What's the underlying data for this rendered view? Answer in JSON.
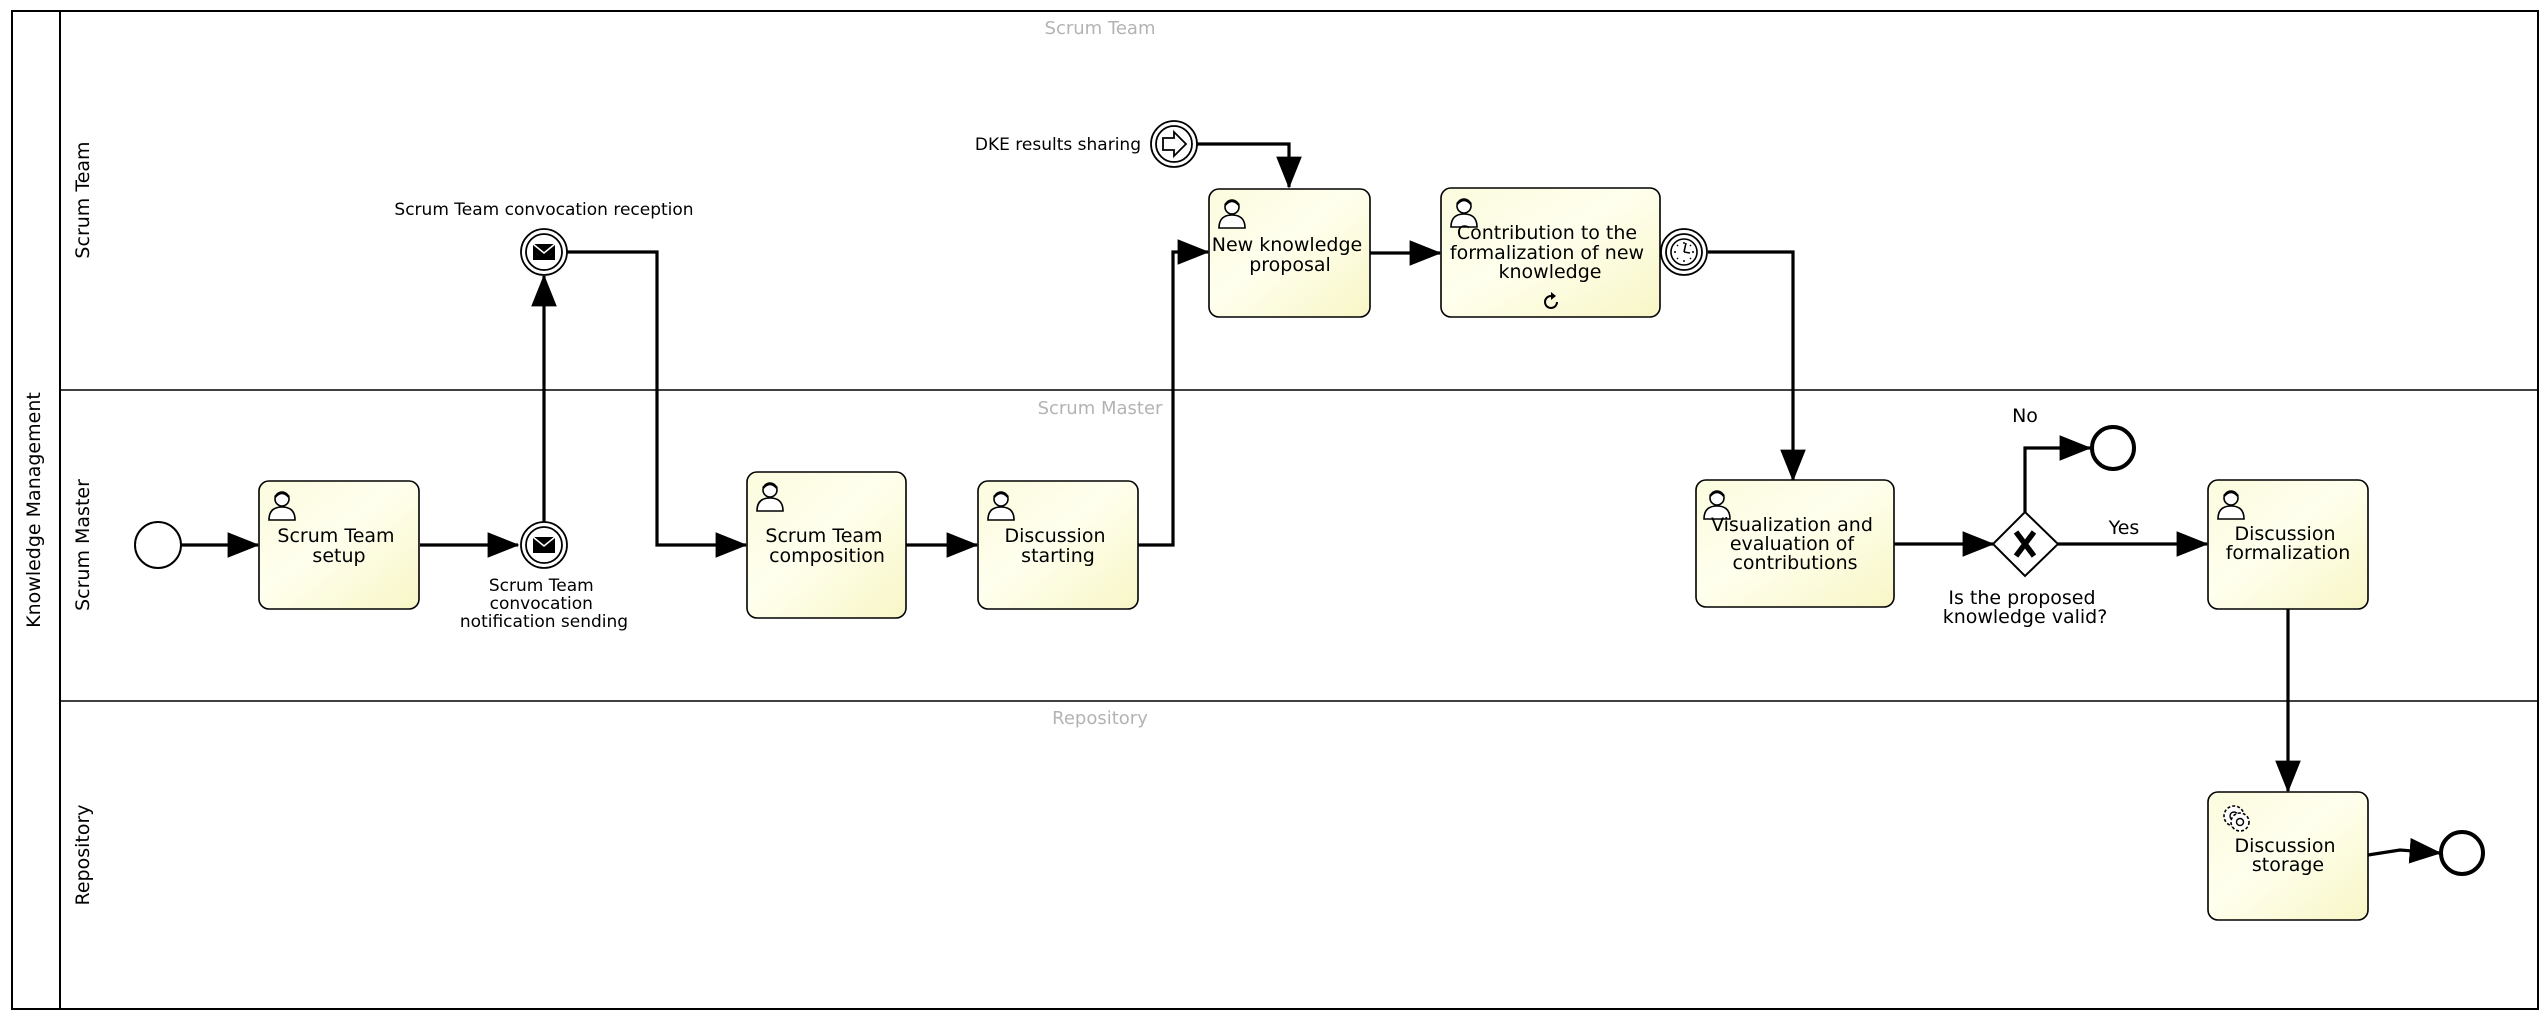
{
  "pool": {
    "label": "Knowledge Management"
  },
  "lanes": [
    {
      "id": "team",
      "label": "Scrum Team",
      "watermark": "Scrum Team"
    },
    {
      "id": "master",
      "label": "Scrum Master",
      "watermark": "Scrum Master"
    },
    {
      "id": "repo",
      "label": "Repository",
      "watermark": "Repository"
    }
  ],
  "tasks": {
    "setup": {
      "lines": [
        "Scrum Team",
        "setup"
      ],
      "icon": "user-icon"
    },
    "composition": {
      "lines": [
        "Scrum Team",
        "composition"
      ],
      "icon": "user-icon"
    },
    "discussion_start": {
      "lines": [
        "Discussion",
        "starting"
      ],
      "icon": "user-icon"
    },
    "new_proposal": {
      "lines": [
        "New knowledge",
        "proposal"
      ],
      "icon": "user-icon"
    },
    "contribution": {
      "lines": [
        "Contribution to the",
        "formalization of new",
        "knowledge"
      ],
      "icon": "user-icon",
      "marker": "loop-icon"
    },
    "visualization": {
      "lines": [
        "Visualization and",
        "evaluation of",
        "contributions"
      ],
      "icon": "user-icon"
    },
    "formalization": {
      "lines": [
        "Discussion",
        "formalization"
      ],
      "icon": "user-icon"
    },
    "storage": {
      "lines": [
        "Discussion",
        "storage"
      ],
      "icon": "gear-icon"
    }
  },
  "events": {
    "convocation_reception": {
      "label": "Scrum Team convocation reception",
      "icon": "envelope-icon"
    },
    "notification_sending": {
      "lines": [
        "Scrum Team",
        "convocation",
        "notification sending"
      ],
      "icon": "envelope-icon"
    },
    "dke_sharing": {
      "label": "DKE results sharing",
      "icon": "arrow-right-icon"
    },
    "timer": {
      "icon": "clock-icon"
    }
  },
  "gateway": {
    "question_lines": [
      "Is the proposed",
      "knowledge valid?"
    ],
    "no_label": "No",
    "yes_label": "Yes",
    "icon": "x-icon"
  }
}
